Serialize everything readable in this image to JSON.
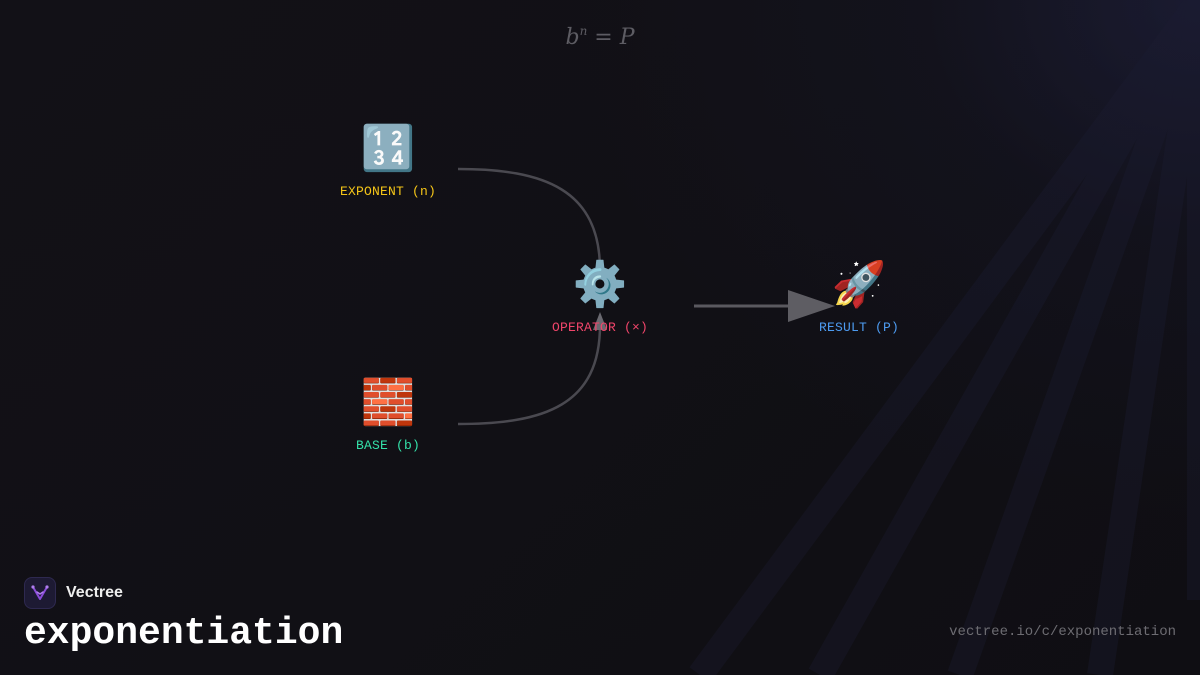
{
  "formula": {
    "base": "b",
    "exponent": "n",
    "rest": " = P"
  },
  "nodes": {
    "exponent": {
      "icon": "🔢",
      "icon_name": "input-numbers-icon",
      "label": "EXPONENT (n)",
      "color": "#f5c518"
    },
    "base": {
      "icon": "🧱",
      "icon_name": "brick-icon",
      "label": "BASE (b)",
      "color": "#34e0a8"
    },
    "operator": {
      "icon": "⚙️",
      "icon_name": "gear-icon",
      "label": "OPERATOR (×)",
      "color": "#f0456a"
    },
    "result": {
      "icon": "🚀",
      "icon_name": "rocket-icon",
      "label": "RESULT (P)",
      "color": "#4d9bf0"
    }
  },
  "edges": [
    {
      "from": "exponent",
      "to": "operator"
    },
    {
      "from": "base",
      "to": "operator"
    },
    {
      "from": "operator",
      "to": "result"
    }
  ],
  "brand": {
    "name": "Vectree",
    "logo_color": "#8a4bd8"
  },
  "title": "exponentiation",
  "url": "vectree.io/c/exponentiation"
}
